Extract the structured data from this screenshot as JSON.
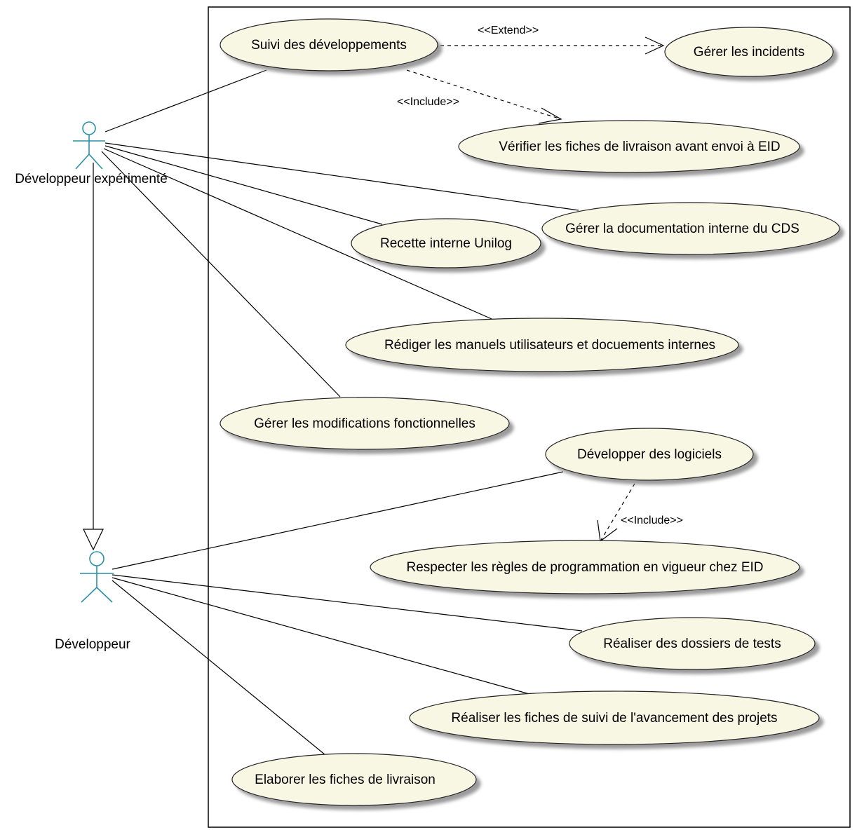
{
  "colors": {
    "usecase_fill": "#f8f7e3",
    "usecase_stroke": "#222222",
    "usecase_shadow": "#a8a8a8",
    "actor_stroke": "#2a8fa8",
    "line": "#000000"
  },
  "actors": {
    "senior_developer": "Développeur expérimenté",
    "developer": "Développeur"
  },
  "use_cases": {
    "suivi": "Suivi des développements",
    "incidents": "Gérer les incidents",
    "verifier": "Vérifier les fiches de livraison avant envoi à EID",
    "documentation": "Gérer la documentation interne du CDS",
    "recette": "Recette interne Unilog",
    "manuels": "Rédiger les manuels utilisateurs et docuements internes",
    "modifications": "Gérer les modifications fonctionnelles",
    "developper": "Développer des logiciels",
    "regles": "Respecter les règles de programmation en vigueur chez EID",
    "tests": "Réaliser des dossiers de tests",
    "avancement": "Réaliser les fiches de suivi de l'avancement des projets",
    "elaborer": "Elaborer les fiches de livraison"
  },
  "relations": {
    "extend": "<<Extend>>",
    "include_1": "<<Include>>",
    "include_2": "<<Include>>"
  }
}
